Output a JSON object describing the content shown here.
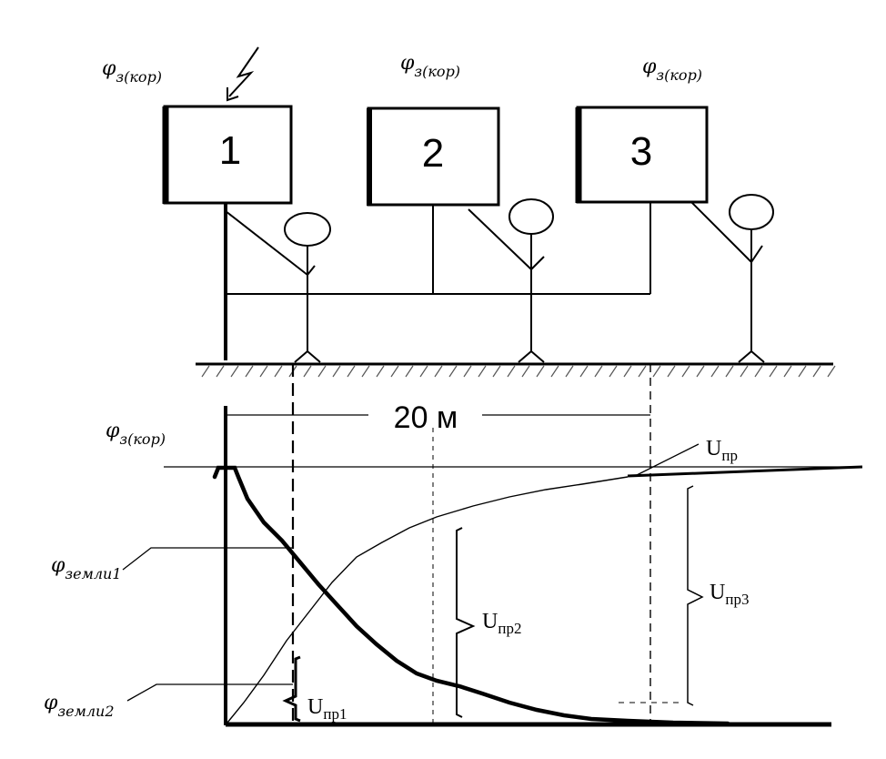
{
  "potential_labels": {
    "phi": "φ",
    "case_potential_sub": "з(кор)",
    "ground1_sub": "земли1",
    "ground2_sub": "земли2"
  },
  "equipment": [
    {
      "number": "1"
    },
    {
      "number": "2"
    },
    {
      "number": "3"
    }
  ],
  "distance_label": "20 м",
  "voltages": {
    "U": "U",
    "touch_sub": "пр",
    "touch1_sub": "пр1",
    "touch2_sub": "пр2",
    "touch3_sub": "пр3"
  }
}
